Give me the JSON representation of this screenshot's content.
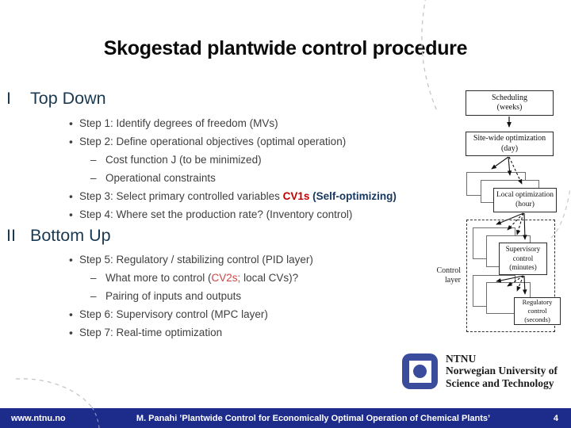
{
  "slide": {
    "title": "Skogestad plantwide control procedure"
  },
  "colors": {
    "accent_red": "#c00000",
    "secondary_red": "#cc4444",
    "heading_navy": "#1b3a52",
    "footer_blue": "#1d2b8a",
    "logo_blue": "#3c4c9c"
  },
  "sections": {
    "top_down": {
      "numeral": "I",
      "heading": "Top Down",
      "step1": "Step 1: Identify degrees of freedom (MVs)",
      "step2": "Step 2: Define operational objectives (optimal operation)",
      "step2a": "Cost function J (to be minimized)",
      "step2b": "Operational constraints",
      "step3_pre": "Step 3: Select primary controlled variables ",
      "step3_red": "CV1s ",
      "step3_bold": "(Self-optimizing)",
      "step4": "Step 4: Where set the production rate? (Inventory control)"
    },
    "bottom_up": {
      "numeral": "II",
      "heading": "Bottom Up",
      "step5": "Step 5: Regulatory / stabilizing control (PID layer)",
      "step5a_pre": "What more to control (",
      "step5a_red": "CV2s;",
      "step5a_post": " local CVs)?",
      "step5b": "Pairing of inputs and outputs",
      "step6": "Step 6: Supervisory control (MPC layer)",
      "step7": "Step 7: Real-time optimization"
    }
  },
  "diagram": {
    "scheduling": {
      "line1": "Scheduling",
      "line2": "(weeks)"
    },
    "sitewide": {
      "line1": "Site-wide optimization",
      "line2": "(day)"
    },
    "local": {
      "line1": "Local optimization",
      "line2": "(hour)"
    },
    "supervisory": {
      "line1": "Supervisory",
      "line2": "control",
      "line3": "(minutes)"
    },
    "regulatory": {
      "line1": "Regulatory",
      "line2": "control",
      "line3": "(seconds)"
    },
    "control_layer": {
      "line1": "Control",
      "line2": "layer"
    }
  },
  "logo": {
    "line1": "NTNU",
    "line2": "Norwegian University of",
    "line3": "Science and Technology"
  },
  "footer": {
    "url": "www.ntnu.no",
    "citation": "M. Panahi ’Plantwide Control for Economically Optimal Operation of Chemical Plants’",
    "page": "4"
  }
}
